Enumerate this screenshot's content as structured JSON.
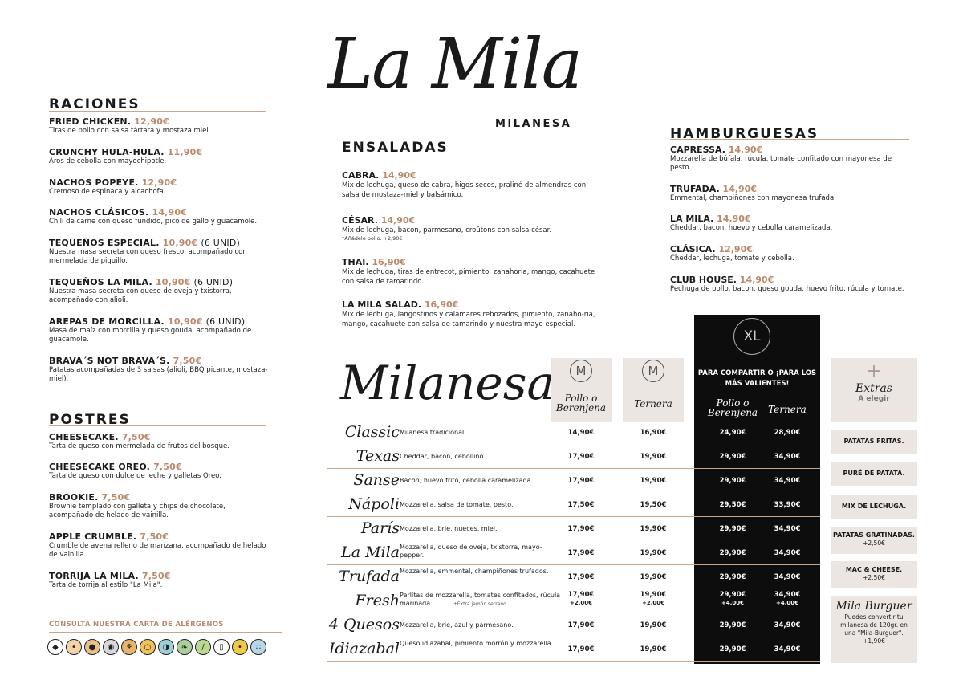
{
  "raciones": {
    "heading": "RACIONES",
    "items": [
      {
        "name": "FRIED CHICKEN.",
        "price": "12,90€",
        "unit": "",
        "desc": "Tiras de pollo con salsa tártara y mostaza miel."
      },
      {
        "name": "CRUNCHY HULA-HULA.",
        "price": "11,90€",
        "unit": "",
        "desc": "Aros de cebolla con mayochipotle."
      },
      {
        "name": "NACHOS POPEYE.",
        "price": "12,90€",
        "unit": "",
        "desc": "Cremoso de espinaca y alcachofa."
      },
      {
        "name": "NACHOS CLÁSICOS.",
        "price": "14,90€",
        "unit": "",
        "desc": "Chili de carne con queso fundido, pico de gallo y guacamole."
      },
      {
        "name": "TEQUEÑOS ESPECIAL.",
        "price": "10,90€",
        "unit": "(6 UNID)",
        "desc": "Nuestra masa secreta con queso fresco, acompañado con mermelada de piquillo."
      },
      {
        "name": "TEQUEÑOS LA MILA.",
        "price": "10,90€",
        "unit": "(6 UNID)",
        "desc": "Nuestra masa secreta con queso de oveja y txistorra, acompañado con alioli."
      },
      {
        "name": "AREPAS DE MORCILLA.",
        "price": "10,90€",
        "unit": "(6 UNID)",
        "desc": "Masa de maíz con morcilla y queso gouda, acompañado de guacamole."
      },
      {
        "name": "BRAVA´S NOT BRAVA´S.",
        "price": "7,50€",
        "unit": "",
        "desc": "Patatas acompañadas de 3 salsas (alioli, BBQ picante, mostaza-miel)."
      }
    ]
  },
  "postres": {
    "heading": "POSTRES",
    "items": [
      {
        "name": "CHEESECAKE.",
        "price": "7,50€",
        "desc": "Tarta de queso con mermelada de frutos del bosque."
      },
      {
        "name": "CHEESECAKE OREO.",
        "price": "7,50€",
        "desc": "Tarta de queso con dulce de leche y galletas Oreo."
      },
      {
        "name": "BROOKIE.",
        "price": "7,50€",
        "desc": "Brownie templado con galleta y chips de chocolate, acompañado de helado de vainilla."
      },
      {
        "name": "APPLE CRUMBLE.",
        "price": "7,50€",
        "desc": "Crumble de avena relleno de manzana, acompañado de helado de vainilla."
      },
      {
        "name": "TORRIJA LA MILA.",
        "price": "7,50€",
        "desc": "Tarta de torrija al estilo \"La Mila\"."
      }
    ]
  },
  "allergens": {
    "note": "CONSULTA NUESTRA CARTA DE ALÉRGENOS",
    "icons": [
      "fish-icon",
      "crustacean-icon",
      "peanut-icon",
      "mollusc-icon",
      "gluten-icon",
      "egg-icon",
      "shellfish-icon",
      "soy-icon",
      "celery-icon",
      "milk-icon",
      "mustard-icon",
      "sesame-icon"
    ]
  },
  "logo": {
    "name": "La Mila",
    "sub": "MILANESA"
  },
  "ensaladas": {
    "heading": "ENSALADAS",
    "items": [
      {
        "name": "CABRA.",
        "price": "14,90€",
        "desc": "Mix de lechuga, queso de cabra, higos secos, praliné de almendras con salsa de mostaza-miel y balsámico.",
        "note": ""
      },
      {
        "name": "CÉSAR.",
        "price": "14,90€",
        "desc": "Mix de lechuga, bacon, parmesano, croûtons con salsa césar.",
        "note": "*Añádele pollo. +2,90€"
      },
      {
        "name": "THAI.",
        "price": "16,90€",
        "desc": "Mix de lechuga, tiras de entrecot, pimiento, zanahoria, mango, cacahuete con salsa de tamarindo.",
        "note": ""
      },
      {
        "name": "LA MILA SALAD.",
        "price": "16,90€",
        "desc": "Mix de lechuga, langostinos y calamares rebozados, pimiento, zanaho-ria, mango, cacahuete con salsa de tamarindo y nuestra mayo especial.",
        "note": ""
      }
    ]
  },
  "hamburguesas": {
    "heading": "HAMBURGUESAS",
    "items": [
      {
        "name": "CAPRESSA.",
        "price": "14,90€",
        "desc": "Mozzarella de búfala,  rúcula, tomate confitado con mayonesa de pesto."
      },
      {
        "name": "TRUFADA.",
        "price": "14,90€",
        "desc": "Emmental, champiñones con mayonesa trufada."
      },
      {
        "name": "LA MILA.",
        "price": "14,90€",
        "desc": "Cheddar, bacon, huevo y cebolla caramelizada."
      },
      {
        "name": "CLÁSICA.",
        "price": "12,90€",
        "desc": "Cheddar, lechuga, tomate y cebolla."
      },
      {
        "name": "CLUB HOUSE.",
        "price": "14,90€",
        "desc": "Pechuga de pollo, bacon, queso gouda, huevo frito, rúcula y tomate."
      }
    ]
  },
  "milanesas": {
    "title": "Milanesas",
    "columns": {
      "m1_badge": "M",
      "m1_label": "Pollo o Berenjena",
      "m2_badge": "M",
      "m2_label": "Ternera",
      "xl_badge": "XL",
      "xl_share": "PARA COMPARTIR O ¡PARA LOS MÁS VALIENTES!",
      "xl1_label": "Pollo o Berenjena",
      "xl2_label": "Ternera"
    },
    "rows": [
      {
        "name": "Classic",
        "desc": "Milanesa tradicional.",
        "extra": "",
        "m1": "14,90€",
        "m2": "16,90€",
        "xl1": "24,90€",
        "xl2": "28,90€"
      },
      {
        "name": "Texas",
        "desc": "Cheddar, bacon, cebollino.",
        "extra": "",
        "m1": "17,90€",
        "m2": "19,90€",
        "xl1": "29,90€",
        "xl2": "34,90€"
      },
      {
        "name": "Sanse",
        "desc": "Bacon, huevo frito, cebolla caramelizada.",
        "extra": "",
        "m1": "17,90€",
        "m2": "19,90€",
        "xl1": "29,90€",
        "xl2": "34,90€"
      },
      {
        "name": "Nápoli",
        "desc": "Mozzarella, salsa de tomate, pesto.",
        "extra": "",
        "m1": "17,50€",
        "m2": "19,50€",
        "xl1": "29,50€",
        "xl2": "33,90€"
      },
      {
        "name": "París",
        "desc": "Mozzarella, brie, nueces, miel.",
        "extra": "",
        "m1": "17,90€",
        "m2": "19,90€",
        "xl1": "29,90€",
        "xl2": "34,90€"
      },
      {
        "name": "La Mila",
        "desc": "Mozzarella, queso de oveja, txistorra, mayo-pepper.",
        "extra": "",
        "m1": "17,90€",
        "m2": "19,90€",
        "xl1": "29,90€",
        "xl2": "34,90€"
      },
      {
        "name": "Trufada",
        "desc": "Mozzarella, emmental, champiñones trufados.",
        "extra": "",
        "m1": "17,90€",
        "m2": "19,90€",
        "xl1": "29,90€",
        "xl2": "34,90€"
      },
      {
        "name": "Fresh",
        "desc": "Perlitas de mozzarella, tomates confitados, rúcula marinada.",
        "extra": "+Extra jamón serrano",
        "m1": "17,90€",
        "m1b": "+2,00€",
        "m2": "19,90€",
        "m2b": "+2,00€",
        "xl1": "29,90€",
        "xl1b": "+4,00€",
        "xl2": "34,90€",
        "xl2b": "+4,00€"
      },
      {
        "name": "4 Quesos",
        "desc": "Mozzarella, brie, azul y parmesano.",
        "extra": "",
        "m1": "17,90€",
        "m2": "19,90€",
        "xl1": "29,90€",
        "xl2": "34,90€"
      },
      {
        "name": "Idiazabal",
        "desc": "Queso idiazabal, pimiento morrón y mozzarella.",
        "extra": "",
        "m1": "17,90€",
        "m2": "19,90€",
        "xl1": "29,90€",
        "xl2": "34,90€"
      }
    ]
  },
  "extras": {
    "title": "Extras",
    "subtitle": "A elegir",
    "items": [
      {
        "label": "PATATAS FRITAS.",
        "price": ""
      },
      {
        "label": "PURÉ DE PATATA.",
        "price": ""
      },
      {
        "label": "MIX DE LECHUGA.",
        "price": ""
      },
      {
        "label": "PATATAS GRATINADAS.",
        "price": "+2,50€"
      },
      {
        "label": "MAC & CHEESE.",
        "price": "+2,50€"
      }
    ],
    "burguer": {
      "title": "Mila Burguer",
      "text": "Puedes convertir tu milanesa de 120gr. en una \"Mila-Burguer\".",
      "price": "+1,90€"
    }
  },
  "colors": {
    "accent": "#b98a6c",
    "card": "#ece6e3",
    "dark": "#0d0d0d"
  }
}
